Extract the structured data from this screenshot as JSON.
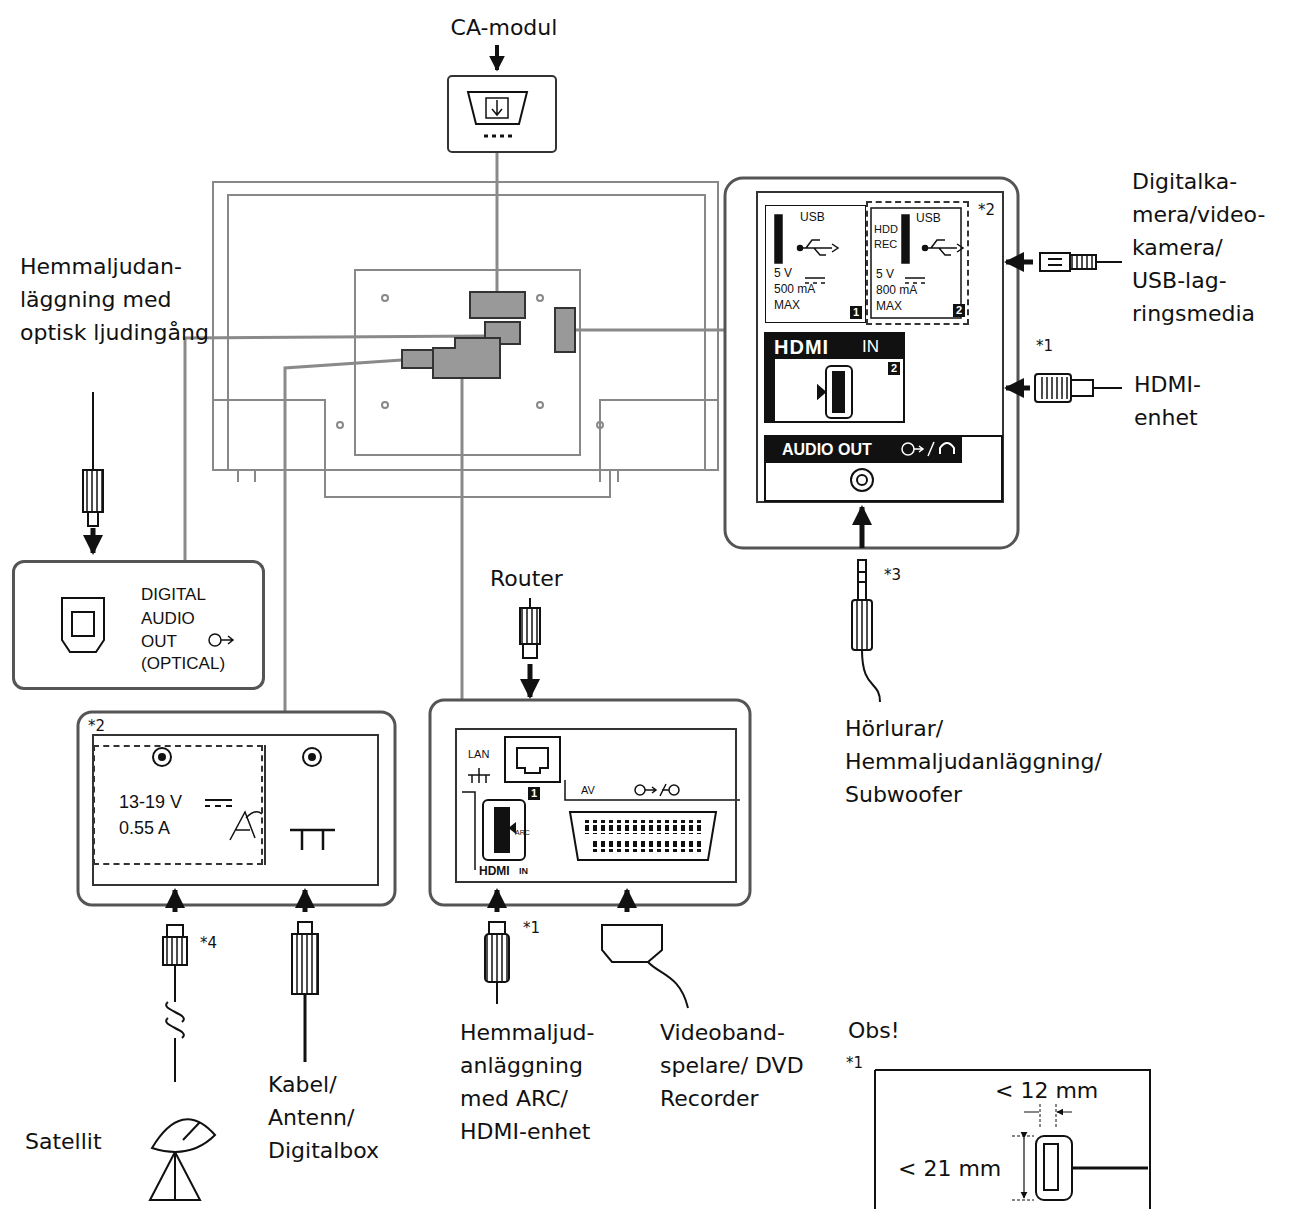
{
  "diagram": {
    "nodes": [
      {
        "text": [
          "CA-modul"
        ]
      },
      {
        "text": [
          "USB",
          "5 V",
          "500 mA MAX",
          "1"
        ]
      },
      {
        "text": [
          "HDD REC",
          "USB",
          "5 V",
          "800 mA MAX",
          "2"
        ]
      },
      {
        "text": [
          "HDMI",
          "IN",
          "2"
        ]
      },
      {
        "text": [
          "AUDIO OUT"
        ]
      },
      {
        "text": [
          "DIGITAL AUDIO OUT",
          "(OPTICAL)"
        ]
      },
      {
        "text": [
          "13-19 V",
          "0.55 A"
        ]
      },
      {
        "text": [
          "LAN",
          "1",
          "ARC",
          "HDMI",
          "IN",
          "AV"
        ]
      }
    ],
    "labels": [
      "Hemmaljudan- läggning med optisk ljudingång",
      "*2",
      "Digitalka- mera/video- kamera/ USB-lag- ringsmedia",
      "*1",
      "HDMI- enhet",
      "Router",
      "*3",
      "Hörlurar/ Hemmaljudanläggning/ Subwoofer",
      "*2",
      "*4",
      "Satellit",
      "Kabel/ Antenn/ Digitalbox",
      "*1",
      "Hemmaljud- anläggning med ARC/ HDMI-enhet",
      "Videoband- spelare/ DVD Recorder",
      "Obs!",
      "*1",
      "< 12 mm",
      "< 21 mm"
    ]
  }
}
